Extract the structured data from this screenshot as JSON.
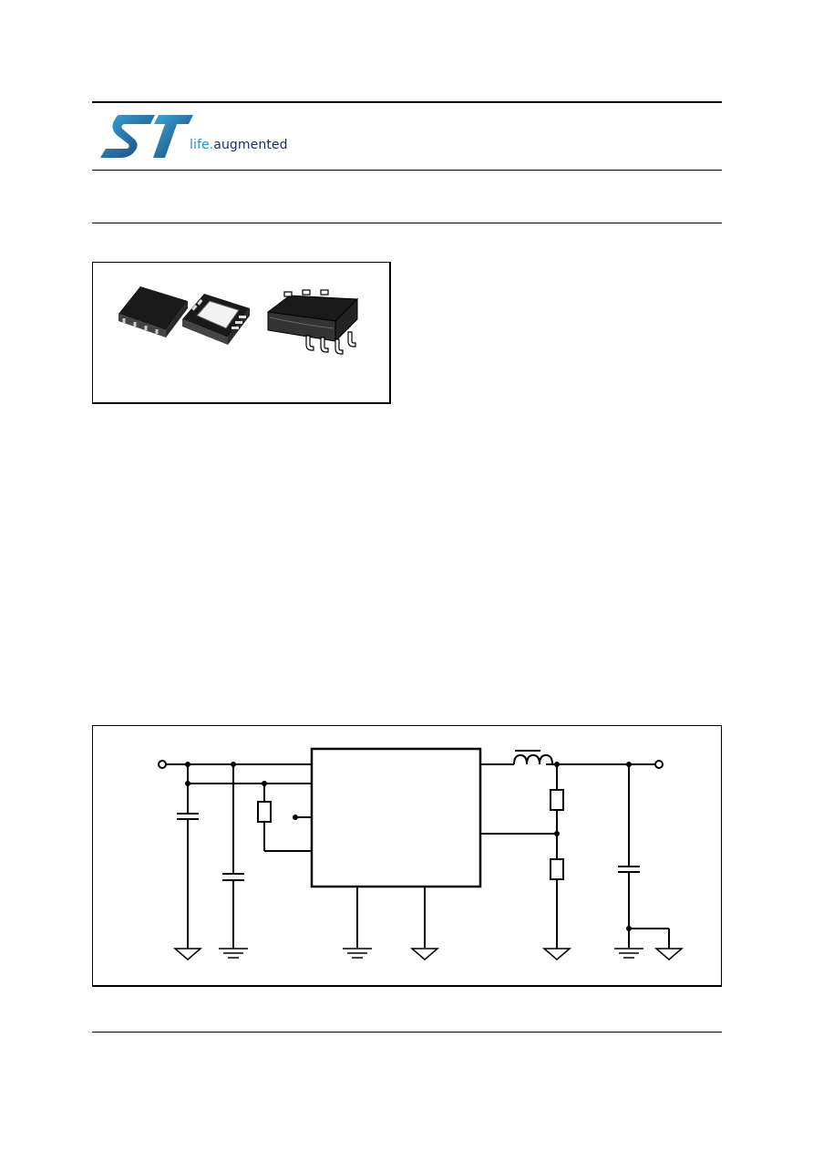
{
  "header": {
    "logo": {
      "brand": "ST",
      "tagline_part1": "life.",
      "tagline_part2": "augmented",
      "colors": {
        "mark_light": "#3aa7da",
        "mark_dark": "#1b3f75",
        "tagline_light": "#2a8fc5",
        "tagline_dark": "#1a2c5b"
      }
    }
  },
  "package_figure": {
    "packages": [
      "dfn-package-top",
      "dfn-package-bottom",
      "so8-package"
    ]
  },
  "application_circuit": {
    "components": [
      "input-terminal",
      "input-capacitor-1",
      "input-capacitor-2",
      "resistor",
      "regulator-ic",
      "inductor",
      "feedback-resistor-top",
      "feedback-resistor-bottom",
      "output-capacitor",
      "output-terminal"
    ]
  }
}
